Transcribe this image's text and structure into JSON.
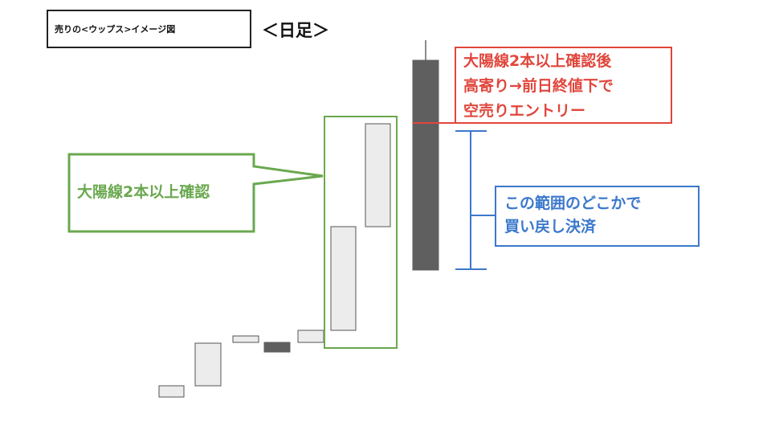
{
  "title": "売りの<ウップス>イメージ図",
  "timeframe": "＜日足＞",
  "labels": {
    "confirm_green": "大陽線2本以上確認",
    "entry_red": [
      "大陽線2本以上確認後",
      "高寄り→前日終値下で",
      "空売りエントリー"
    ],
    "buyback_blue": [
      "この範囲のどこかで",
      "買い戻し決済"
    ]
  },
  "colors": {
    "bullish_fill": "#ececec",
    "bearish_fill": "#5f5f5f",
    "green": "#6aa84f",
    "red": "#e0463c",
    "blue": "#3b78cc"
  }
}
